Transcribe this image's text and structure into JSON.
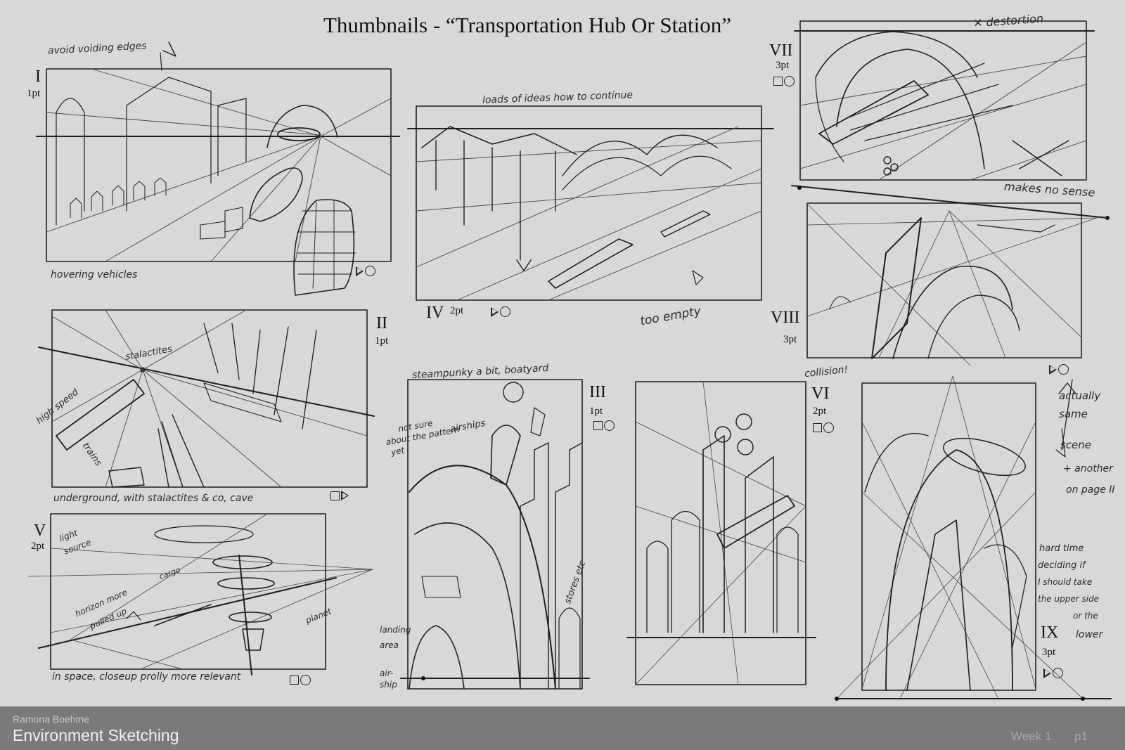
{
  "title": "Thumbnails - “Transportation Hub Or Station”",
  "thumbnails": [
    {
      "numeral": "I",
      "pt": "1pt"
    },
    {
      "numeral": "II",
      "pt": "1pt"
    },
    {
      "numeral": "III",
      "pt": "1pt"
    },
    {
      "numeral": "IV",
      "pt": "2pt"
    },
    {
      "numeral": "V",
      "pt": "2pt"
    },
    {
      "numeral": "VI",
      "pt": "2pt"
    },
    {
      "numeral": "VII",
      "pt": "3pt"
    },
    {
      "numeral": "VIII",
      "pt": "3pt"
    },
    {
      "numeral": "IX",
      "pt": "3pt"
    }
  ],
  "notes": {
    "avoid_edges": "avoid voiding edges",
    "hovering": "hovering vehicles",
    "loads_ideas": "loads of ideas how to continue",
    "too_empty": "too empty",
    "distortion": "✕ destortion",
    "no_sense": "makes no sense",
    "collision": "collision!",
    "stalactites": "stalactites",
    "high_speed": "high speed",
    "trains": "trains",
    "underground": "underground, with stalactites & co, cave",
    "steampunky": "steampunky a bit, boatyard",
    "not_sure": "not sure",
    "about_pattern": "about the pattern",
    "yet": "yet",
    "airships": "airships",
    "stores": "stores etc",
    "landing": "landing",
    "area": "area",
    "air": "air-",
    "ship": "ship",
    "light": "light",
    "source": "source",
    "cargo": "cargo",
    "horizon_more": "horizon more",
    "pulled_up": "pulled up",
    "planet": "planet",
    "in_space": "in space, closeup prolly more relevant",
    "actually": "actually",
    "same": "same",
    "scene": "scene",
    "another": "+ another",
    "on_page": "on page II",
    "hard_time": "hard time",
    "deciding": "deciding if",
    "i_should": "I should take",
    "upper_side": "the upper side",
    "or_the": "or the",
    "lower": "lower"
  },
  "footer": {
    "author": "Ramona Boehme",
    "course": "Environment Sketching",
    "week": "Week 1",
    "page": "p1"
  }
}
